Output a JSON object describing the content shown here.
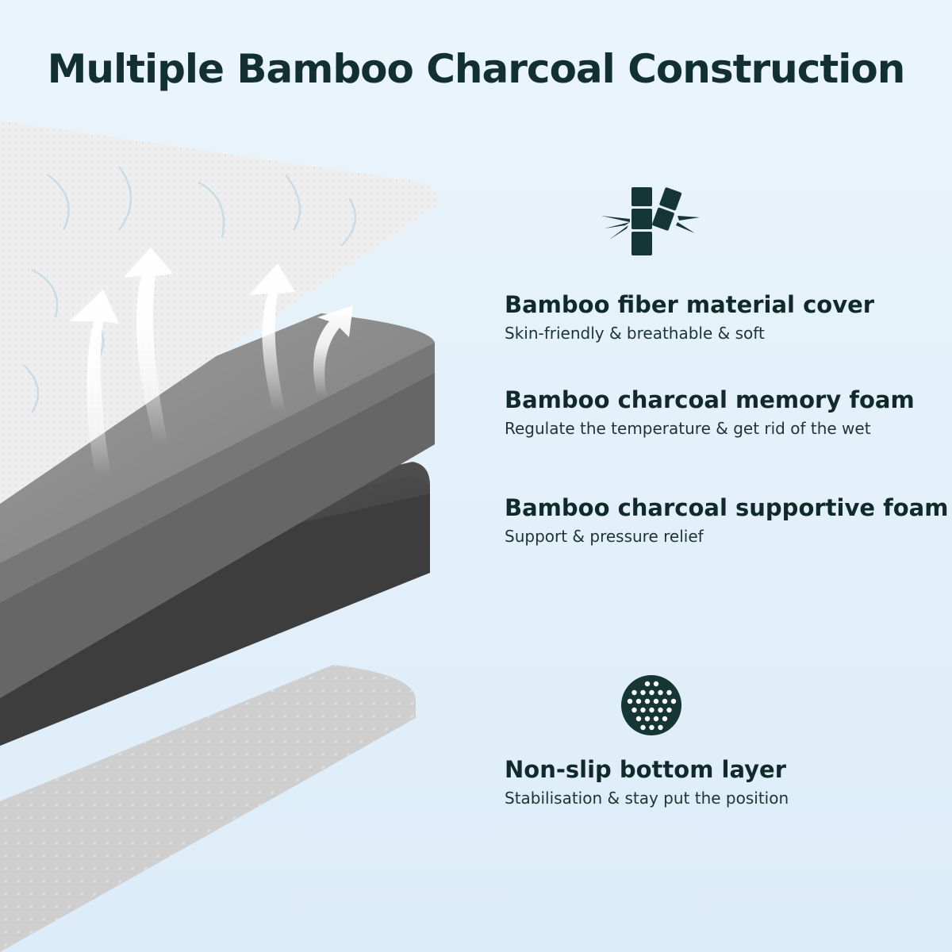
{
  "title": "Multiple Bamboo Charcoal Construction",
  "colors": {
    "background": "#e6f2fb",
    "text": "#123030",
    "icon": "#153635",
    "cover": "#eeeeee",
    "memory_foam": "#8a8a8a",
    "supportive_foam": "#4a4a4a",
    "bottom_layer": "#d4d4d4"
  },
  "icons": {
    "bamboo": "bamboo-icon",
    "dots": "dotted-circle-icon",
    "airflow": "airflow-arrow-icon"
  },
  "features": [
    {
      "heading": "Bamboo fiber material cover",
      "sub": "Skin-friendly & breathable & soft"
    },
    {
      "heading": "Bamboo charcoal memory foam",
      "sub": "Regulate the temperature & get rid of the wet"
    },
    {
      "heading": "Bamboo charcoal supportive foam",
      "sub": "Support & pressure relief"
    },
    {
      "heading": "Non-slip bottom layer",
      "sub": "Stabilisation & stay put the position"
    }
  ]
}
